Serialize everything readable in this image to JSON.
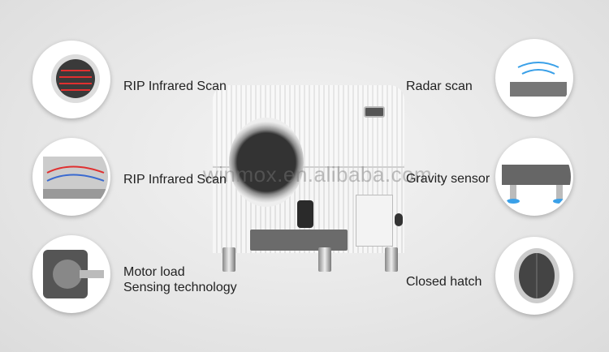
{
  "features_left": [
    {
      "label": "RIP Infrared Scan",
      "icon": "infrared-scan-closeup"
    },
    {
      "label": "RIP Infrared Scan",
      "icon": "infrared-sensor-closeup"
    },
    {
      "label_line1": "Motor load",
      "label_line2": "Sensing technology",
      "icon": "motor-closeup"
    }
  ],
  "features_right": [
    {
      "label": "Radar scan",
      "icon": "radar-closeup"
    },
    {
      "label": "Gravity sensor",
      "icon": "gravity-sensor-closeup"
    },
    {
      "label": "Closed hatch",
      "icon": "hatch-closeup"
    }
  ],
  "watermark": "winmox.en.alibaba.com",
  "colors": {
    "accent_red": "#e03030",
    "accent_blue": "#3aa0e8",
    "body": "#f5f5f5",
    "dark_gray": "#6b6b6b"
  }
}
